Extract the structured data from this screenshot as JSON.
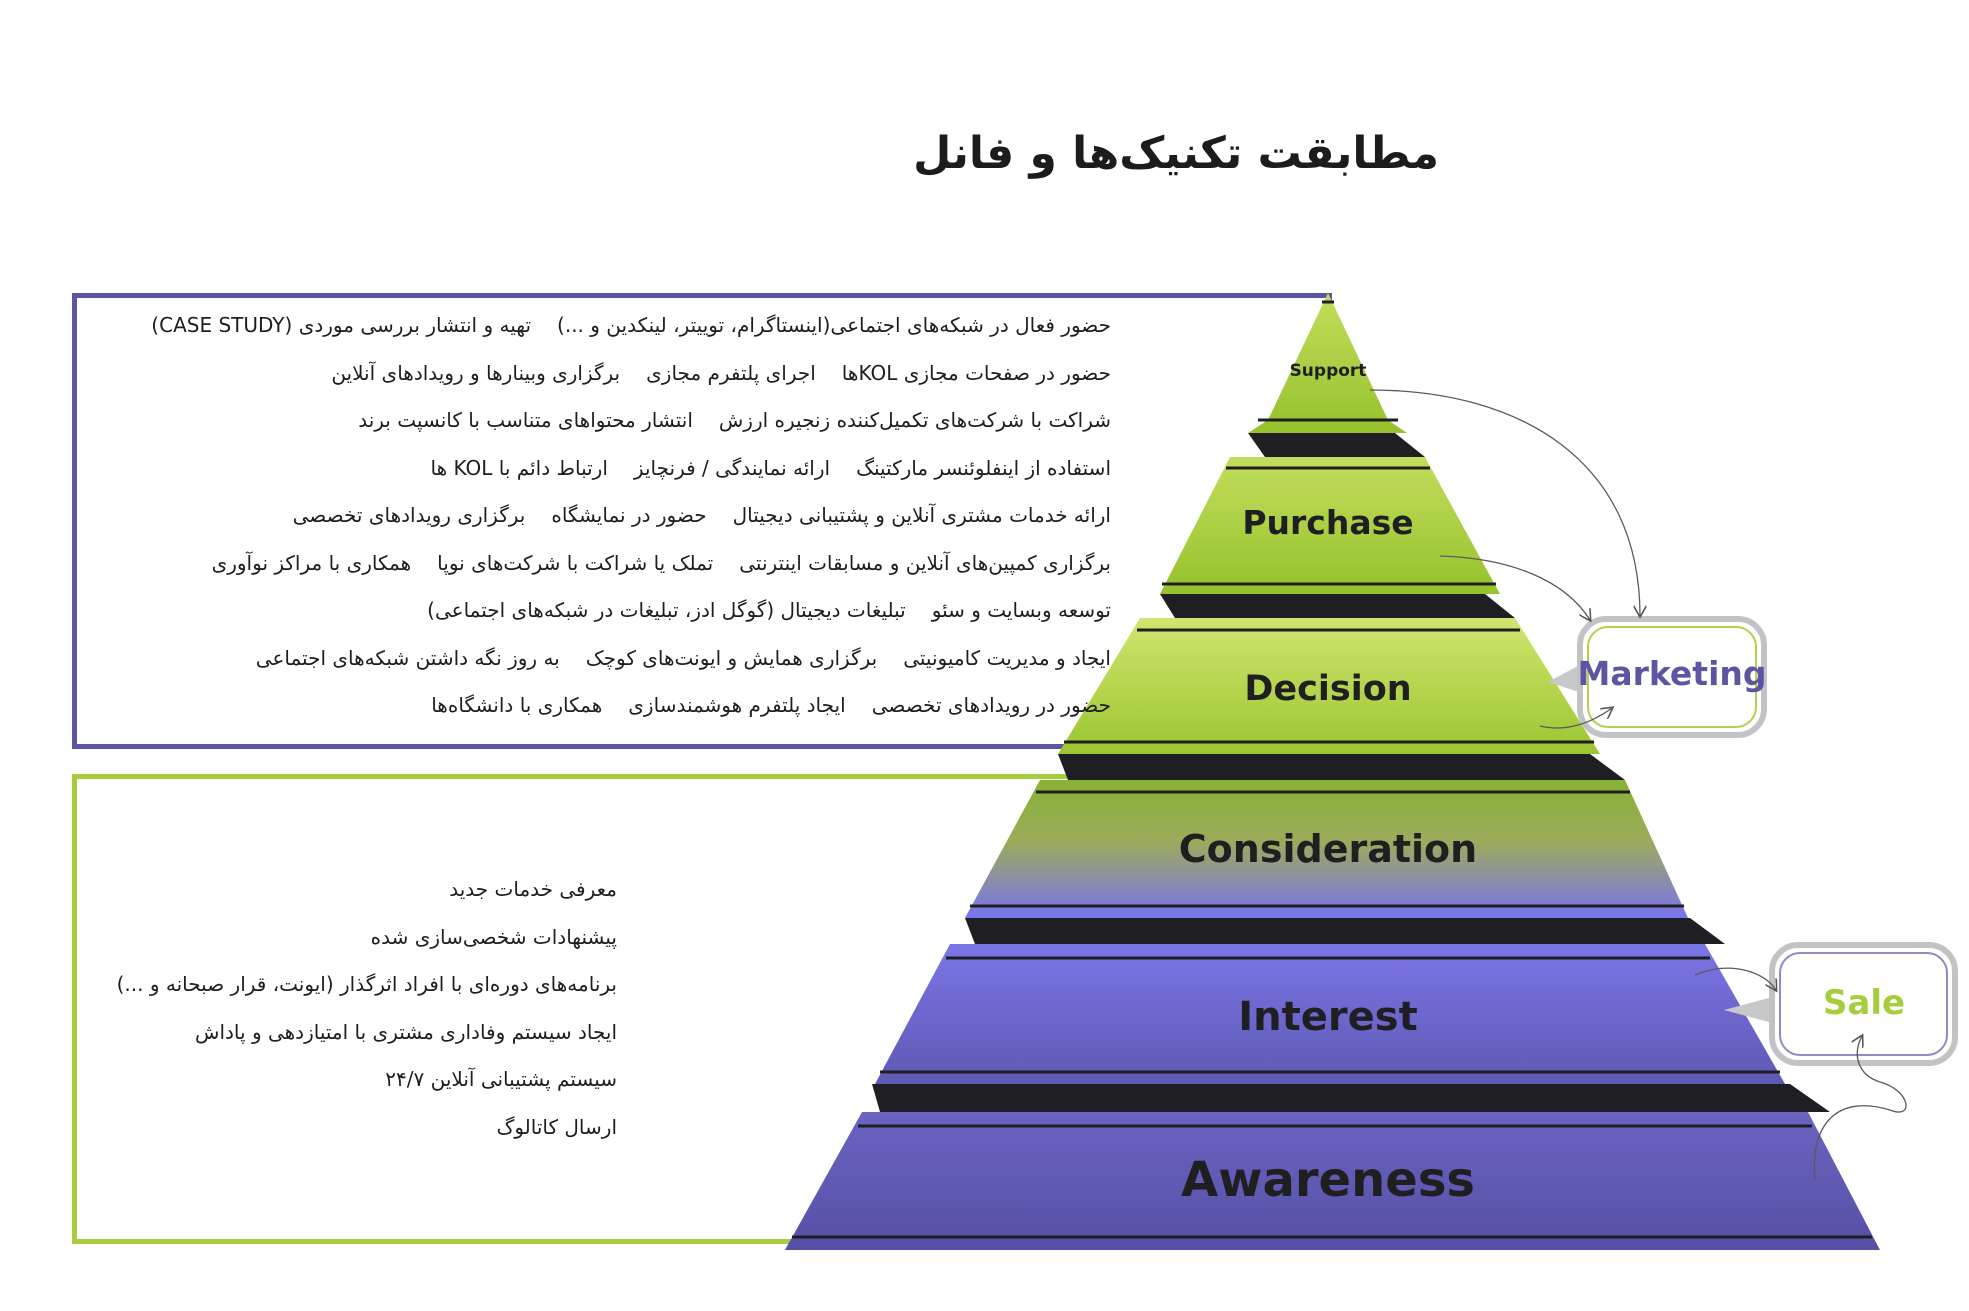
{
  "title": "مطابقت تکنیک‌ها و فانل",
  "funnel": {
    "levels": [
      {
        "name": "Support"
      },
      {
        "name": "Purchase"
      },
      {
        "name": "Decision"
      },
      {
        "name": "Consideration"
      },
      {
        "name": "Interest"
      },
      {
        "name": "Awareness"
      }
    ]
  },
  "bubbles": {
    "marketing": {
      "label": "Marketing",
      "color": "#5b55a2"
    },
    "sale": {
      "label": "Sale",
      "color": "#a6cd3c"
    }
  },
  "colors": {
    "marketing_border": "#5b55a2",
    "sale_border": "#a6cd3c",
    "funnel_green": "#a6cd3c",
    "funnel_purple": "#5b55a2"
  },
  "marketing_techniques": [
    [
      "حضور فعال در شبکه‌های اجتماعی(اینستاگرام، توییتر، لینکدین و ...)",
      "تهیه و انتشار بررسی موردی (CASE STUDY)"
    ],
    [
      "حضور در صفحات مجازی KOLها",
      "اجرای پلتفرم مجازی",
      "برگزاری وبینارها و رویدادهای آنلاین"
    ],
    [
      "شراکت با شرکت‌های تکمیل‌کننده زنجیره ارزش",
      "انتشار محتواهای متناسب با کانسپت برند"
    ],
    [
      "استفاده از اینفلوئنسر مارکتینگ",
      "ارائه نمایندگی / فرنچایز",
      "ارتباط دائم با KOL ها"
    ],
    [
      "ارائه خدمات مشتری آنلاین و پشتیبانی دیجیتال",
      "حضور در نمایشگاه",
      "برگزاری رویدادهای تخصصی"
    ],
    [
      "برگزاری کمپین‌های آنلاین و مسابقات اینترنتی",
      "تملک یا شراکت با شرکت‌های نوپا",
      "همکاری با مراکز نوآوری"
    ],
    [
      "توسعه وبسایت و سئو",
      "تبلیغات دیجیتال (گوگل ادز، تبلیغات در شبکه‌های اجتماعی)"
    ],
    [
      "ایجاد و مدیریت کامیونیتی",
      "برگزاری همایش و ایونت‌های کوچک",
      "به روز نگه داشتن شبکه‌های اجتماعی"
    ],
    [
      "حضور در رویدادهای تخصصی",
      "ایجاد پلتفرم هوشمندسازی",
      "همکاری با دانشگاه‌ها"
    ]
  ],
  "sale_techniques": [
    "معرفی خدمات جدید",
    "پیشنهادات شخصی‌سازی شده",
    "برنامه‌های دوره‌ای با افراد اثرگذار (ایونت، قرار صبحانه و ...)",
    "ایجاد سیستم وفاداری مشتری با امتیازدهی و پاداش",
    "سیستم پشتیبانی آنلاین ۲۴/۷",
    "ارسال کاتالوگ"
  ]
}
